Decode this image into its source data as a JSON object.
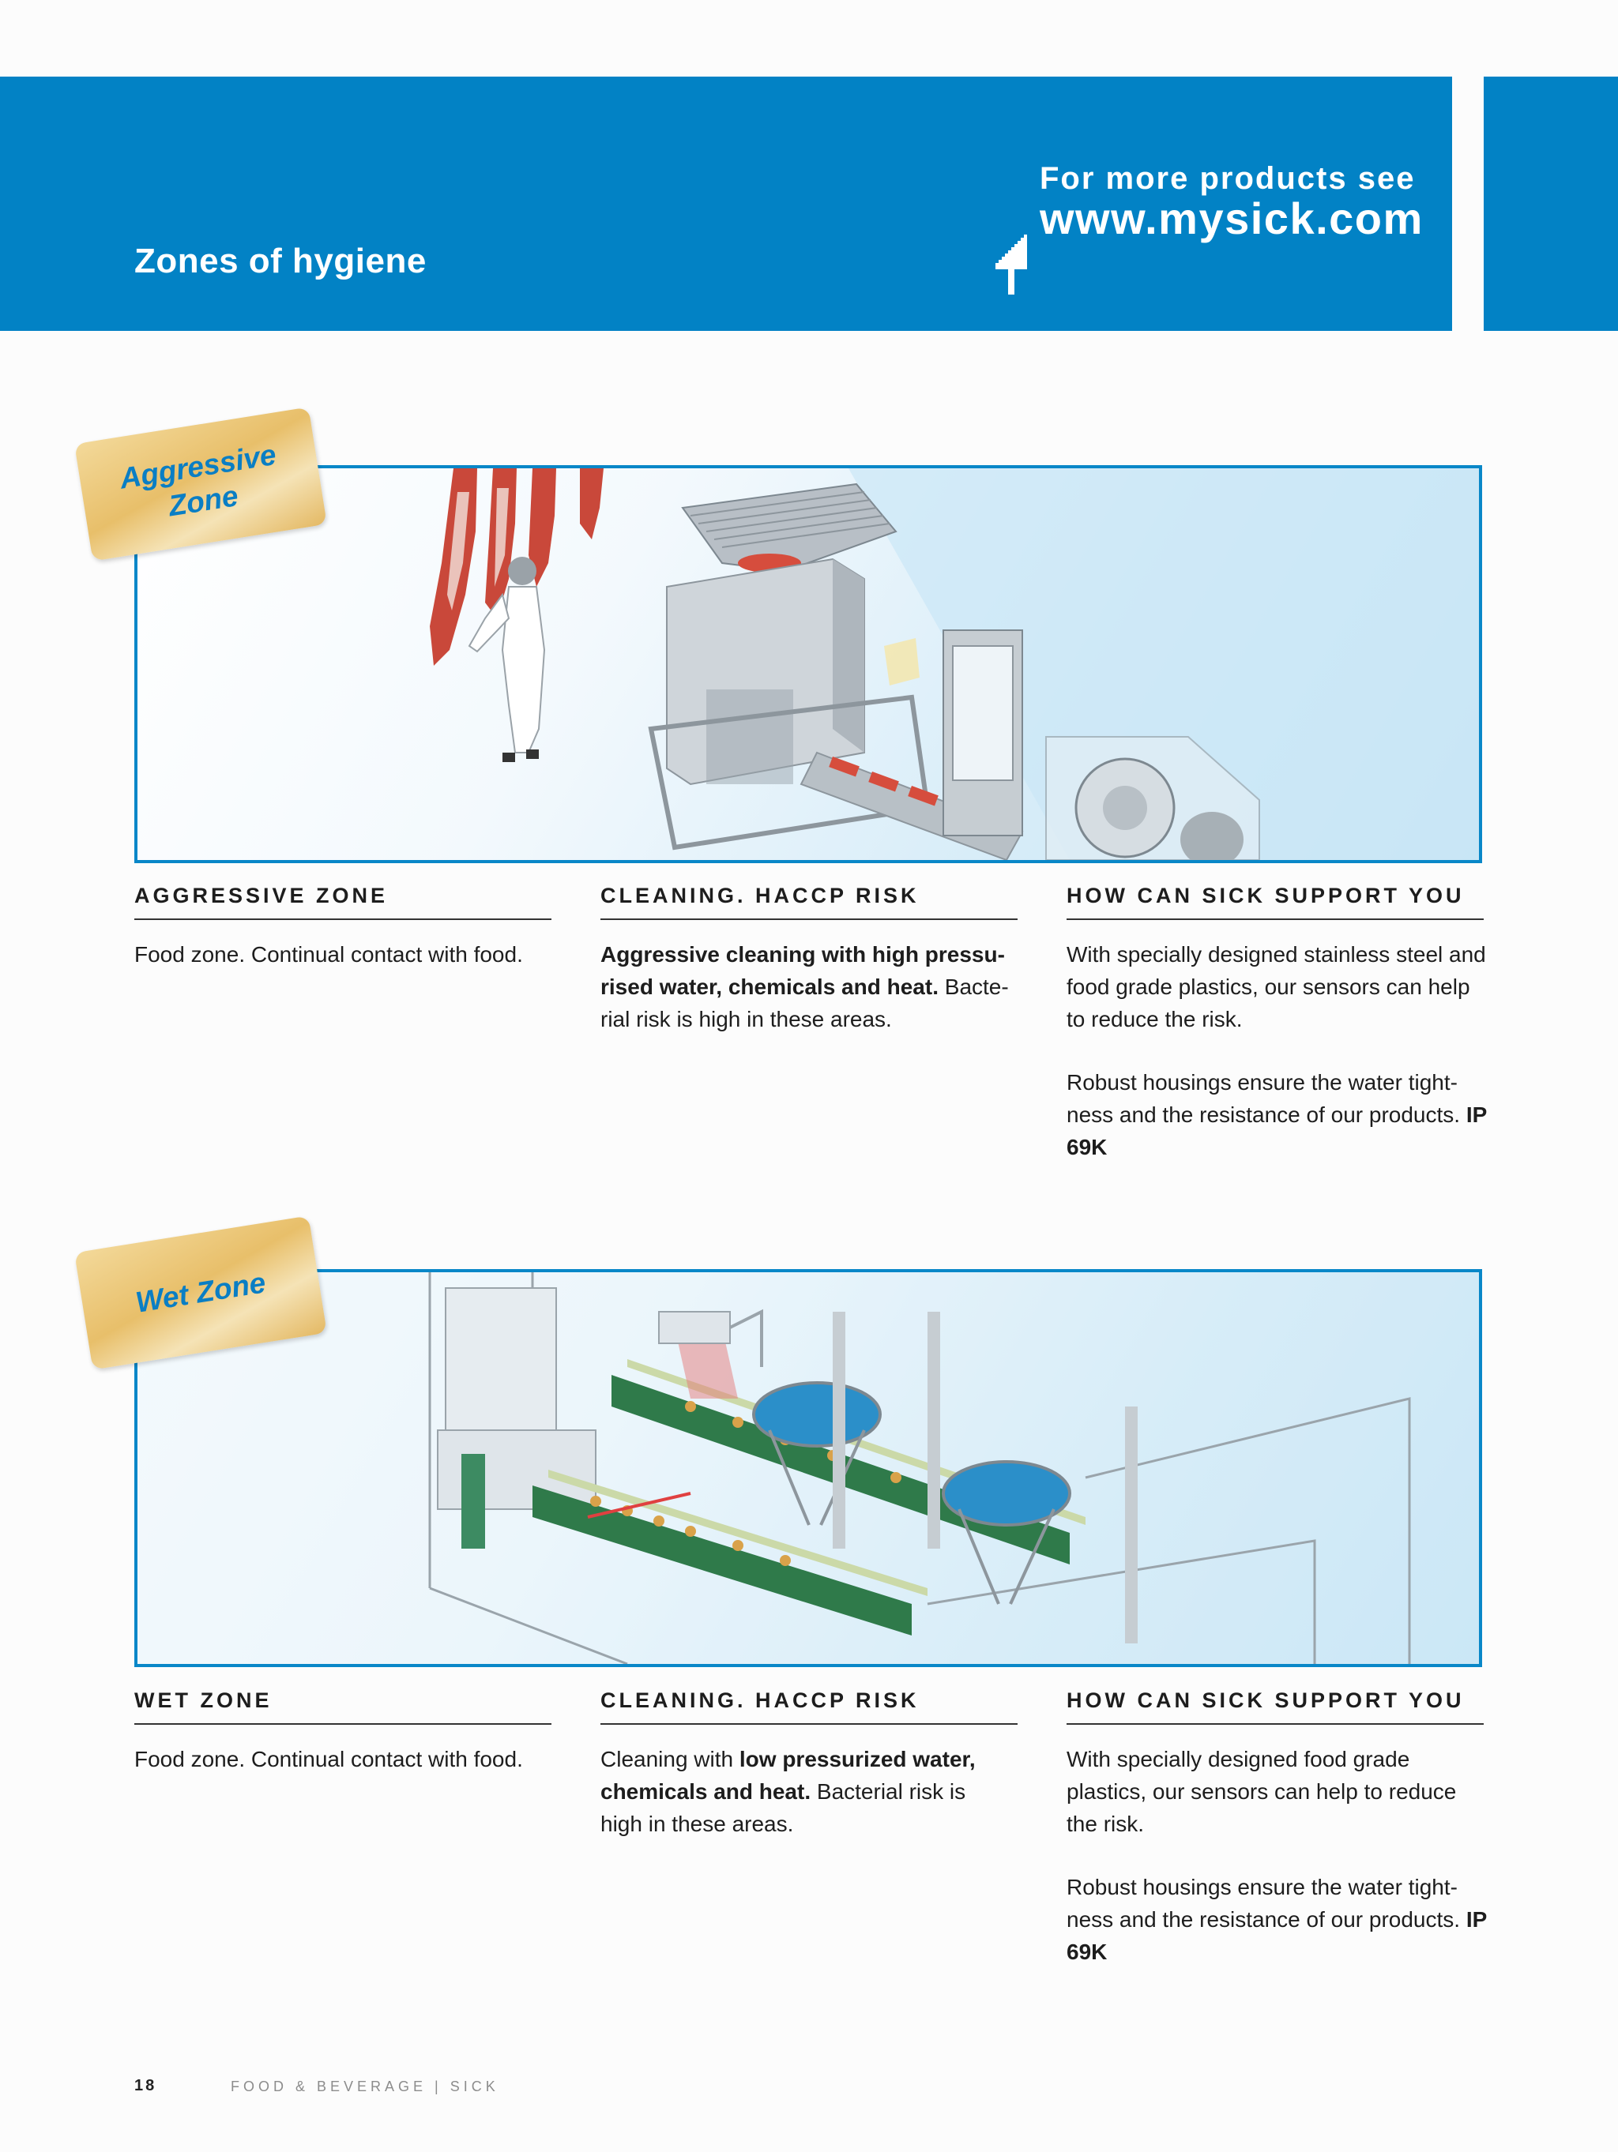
{
  "header": {
    "title": "Zones of hygiene",
    "promo_line": "For more products see",
    "promo_url": "www.mysick.com",
    "band_color": "#0282c5"
  },
  "sections": [
    {
      "tag": "Aggressive\nZone",
      "columns": [
        {
          "heading": "AGGRESSIVE ZONE",
          "paragraphs": [
            [
              {
                "t": "Food zone. Continual contact with food.",
                "b": false
              }
            ]
          ]
        },
        {
          "heading": "CLEANING. HACCP RISK",
          "paragraphs": [
            [
              {
                "t": "Aggressive cleaning with high pressu-rised water, chemicals and heat.",
                "b": true
              },
              {
                "t": " Bacte-rial risk is high in these areas.",
                "b": false
              }
            ]
          ]
        },
        {
          "heading": "HOW CAN SICK SUPPORT YOU",
          "paragraphs": [
            [
              {
                "t": "With specially designed stainless steel and food grade plastics, our sensors can help to reduce the risk.",
                "b": false
              }
            ],
            [
              {
                "t": "Robust housings ensure the water tight-ness and the resistance of our products. ",
                "b": false
              },
              {
                "t": "IP 69K",
                "b": true
              }
            ]
          ]
        }
      ]
    },
    {
      "tag": "Wet Zone",
      "columns": [
        {
          "heading": "WET ZONE",
          "paragraphs": [
            [
              {
                "t": "Food zone. Continual contact with food.",
                "b": false
              }
            ]
          ]
        },
        {
          "heading": "CLEANING. HACCP RISK",
          "paragraphs": [
            [
              {
                "t": "Cleaning with ",
                "b": false
              },
              {
                "t": "low pressurized water, chemicals and heat.",
                "b": true
              },
              {
                "t": " Bacterial risk is high in these areas.",
                "b": false
              }
            ]
          ]
        },
        {
          "heading": "HOW CAN SICK SUPPORT YOU",
          "paragraphs": [
            [
              {
                "t": "With specially designed food grade plastics, our sensors can help to reduce the risk.",
                "b": false
              }
            ],
            [
              {
                "t": "Robust housings ensure the water tight-ness and the resistance of our products. ",
                "b": false
              },
              {
                "t": "IP 69K",
                "b": true
              }
            ]
          ]
        }
      ]
    }
  ],
  "footer": {
    "page_number": "18",
    "running_title": "FOOD & BEVERAGE | SICK"
  }
}
